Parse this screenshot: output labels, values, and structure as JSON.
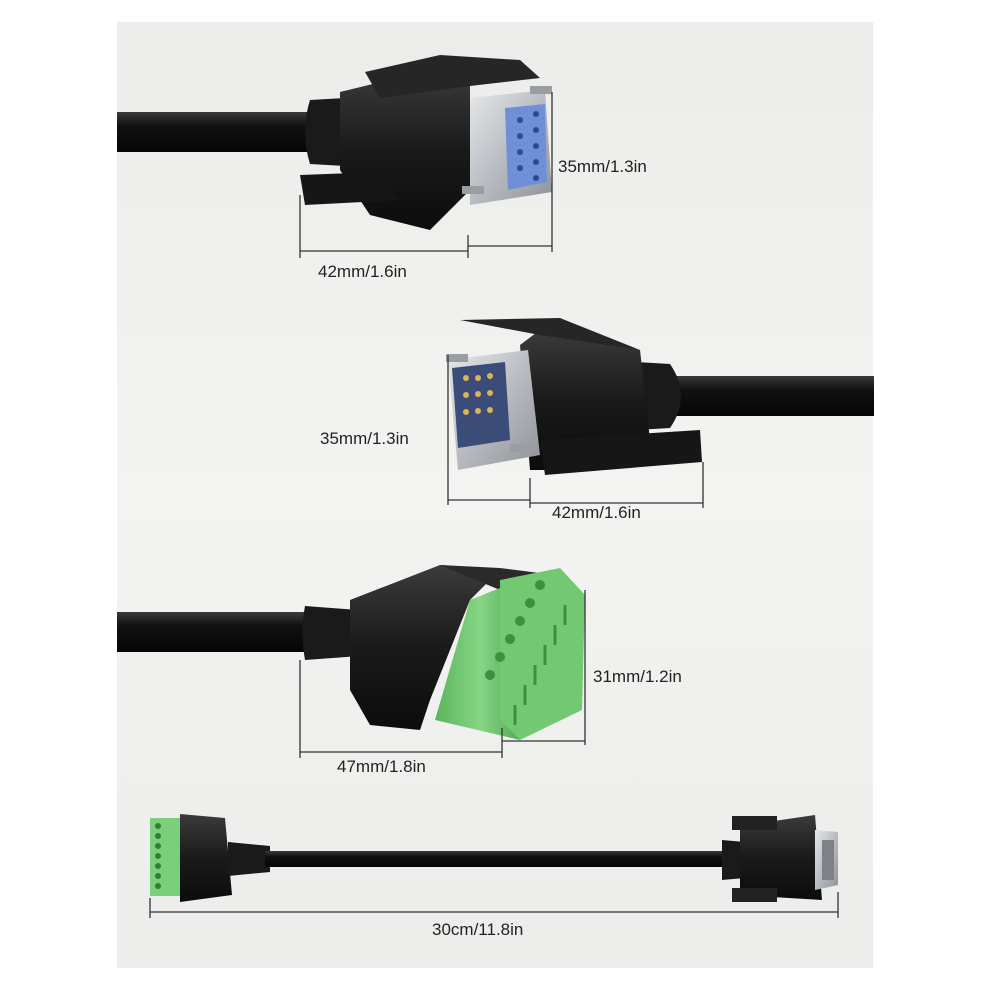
{
  "colors": {
    "panel_background": "#efefed",
    "cable_black": "#111111",
    "connector_black": "#1c1c1c",
    "metal_shell": "#c9ccd0",
    "socket_blue": "#6f8fd6",
    "terminal_green": "#7ccf7a",
    "dimension_line": "#333333"
  },
  "dimensions": {
    "db9_female_height": "35mm/1.3in",
    "db9_female_length": "42mm/1.6in",
    "db9_male_height": "35mm/1.3in",
    "db9_male_length": "42mm/1.6in",
    "terminal_block_height": "31mm/1.2in",
    "terminal_block_length": "47mm/1.8in",
    "cable_total_length": "30cm/11.8in"
  }
}
